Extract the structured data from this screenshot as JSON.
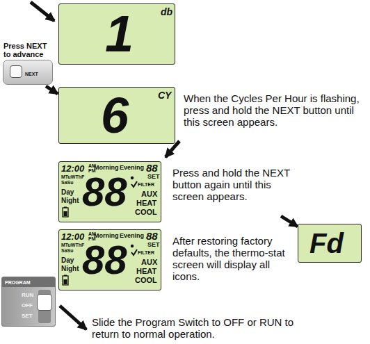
{
  "diagram": {
    "nodes": [
      {
        "text": [
          "1",
          "db"
        ]
      },
      {
        "text": [
          "Press NEXT to advance",
          "NEXT"
        ]
      },
      {
        "text": [
          "6",
          "CY"
        ]
      },
      {
        "text": [
          "12:00",
          "AM",
          "PM",
          "Morning",
          "Evening",
          "88",
          "SET",
          "MTuWThF",
          "SaSu",
          "Day",
          "Night",
          "88",
          "FILTER",
          "AUX",
          "HEAT",
          "COOL"
        ]
      },
      {
        "text": [
          "Fd"
        ]
      },
      {
        "text": [
          "12:00",
          "AM",
          "PM",
          "Morning",
          "Evening",
          "88",
          "SET",
          "MTuWThF",
          "SaSu",
          "Day",
          "Night",
          "88",
          "FILTER",
          "AUX",
          "HEAT",
          "COOL"
        ]
      },
      {
        "text": [
          "PROGRAM",
          "RUN",
          "OFF",
          "SET"
        ]
      }
    ],
    "edges": [
      {
        "from": 1,
        "to": 2,
        "arrow": "to"
      }
    ],
    "labels": [
      "When the Cycles Per Hour is flashing, press and hold the NEXT button until this screen appears.",
      "Press and hold the NEXT button again until this screen appears.",
      "After restoring factory defaults, the thermo-stat screen will display all icons.",
      "Slide the Program Switch to OFF or RUN to return to normal operation."
    ]
  }
}
